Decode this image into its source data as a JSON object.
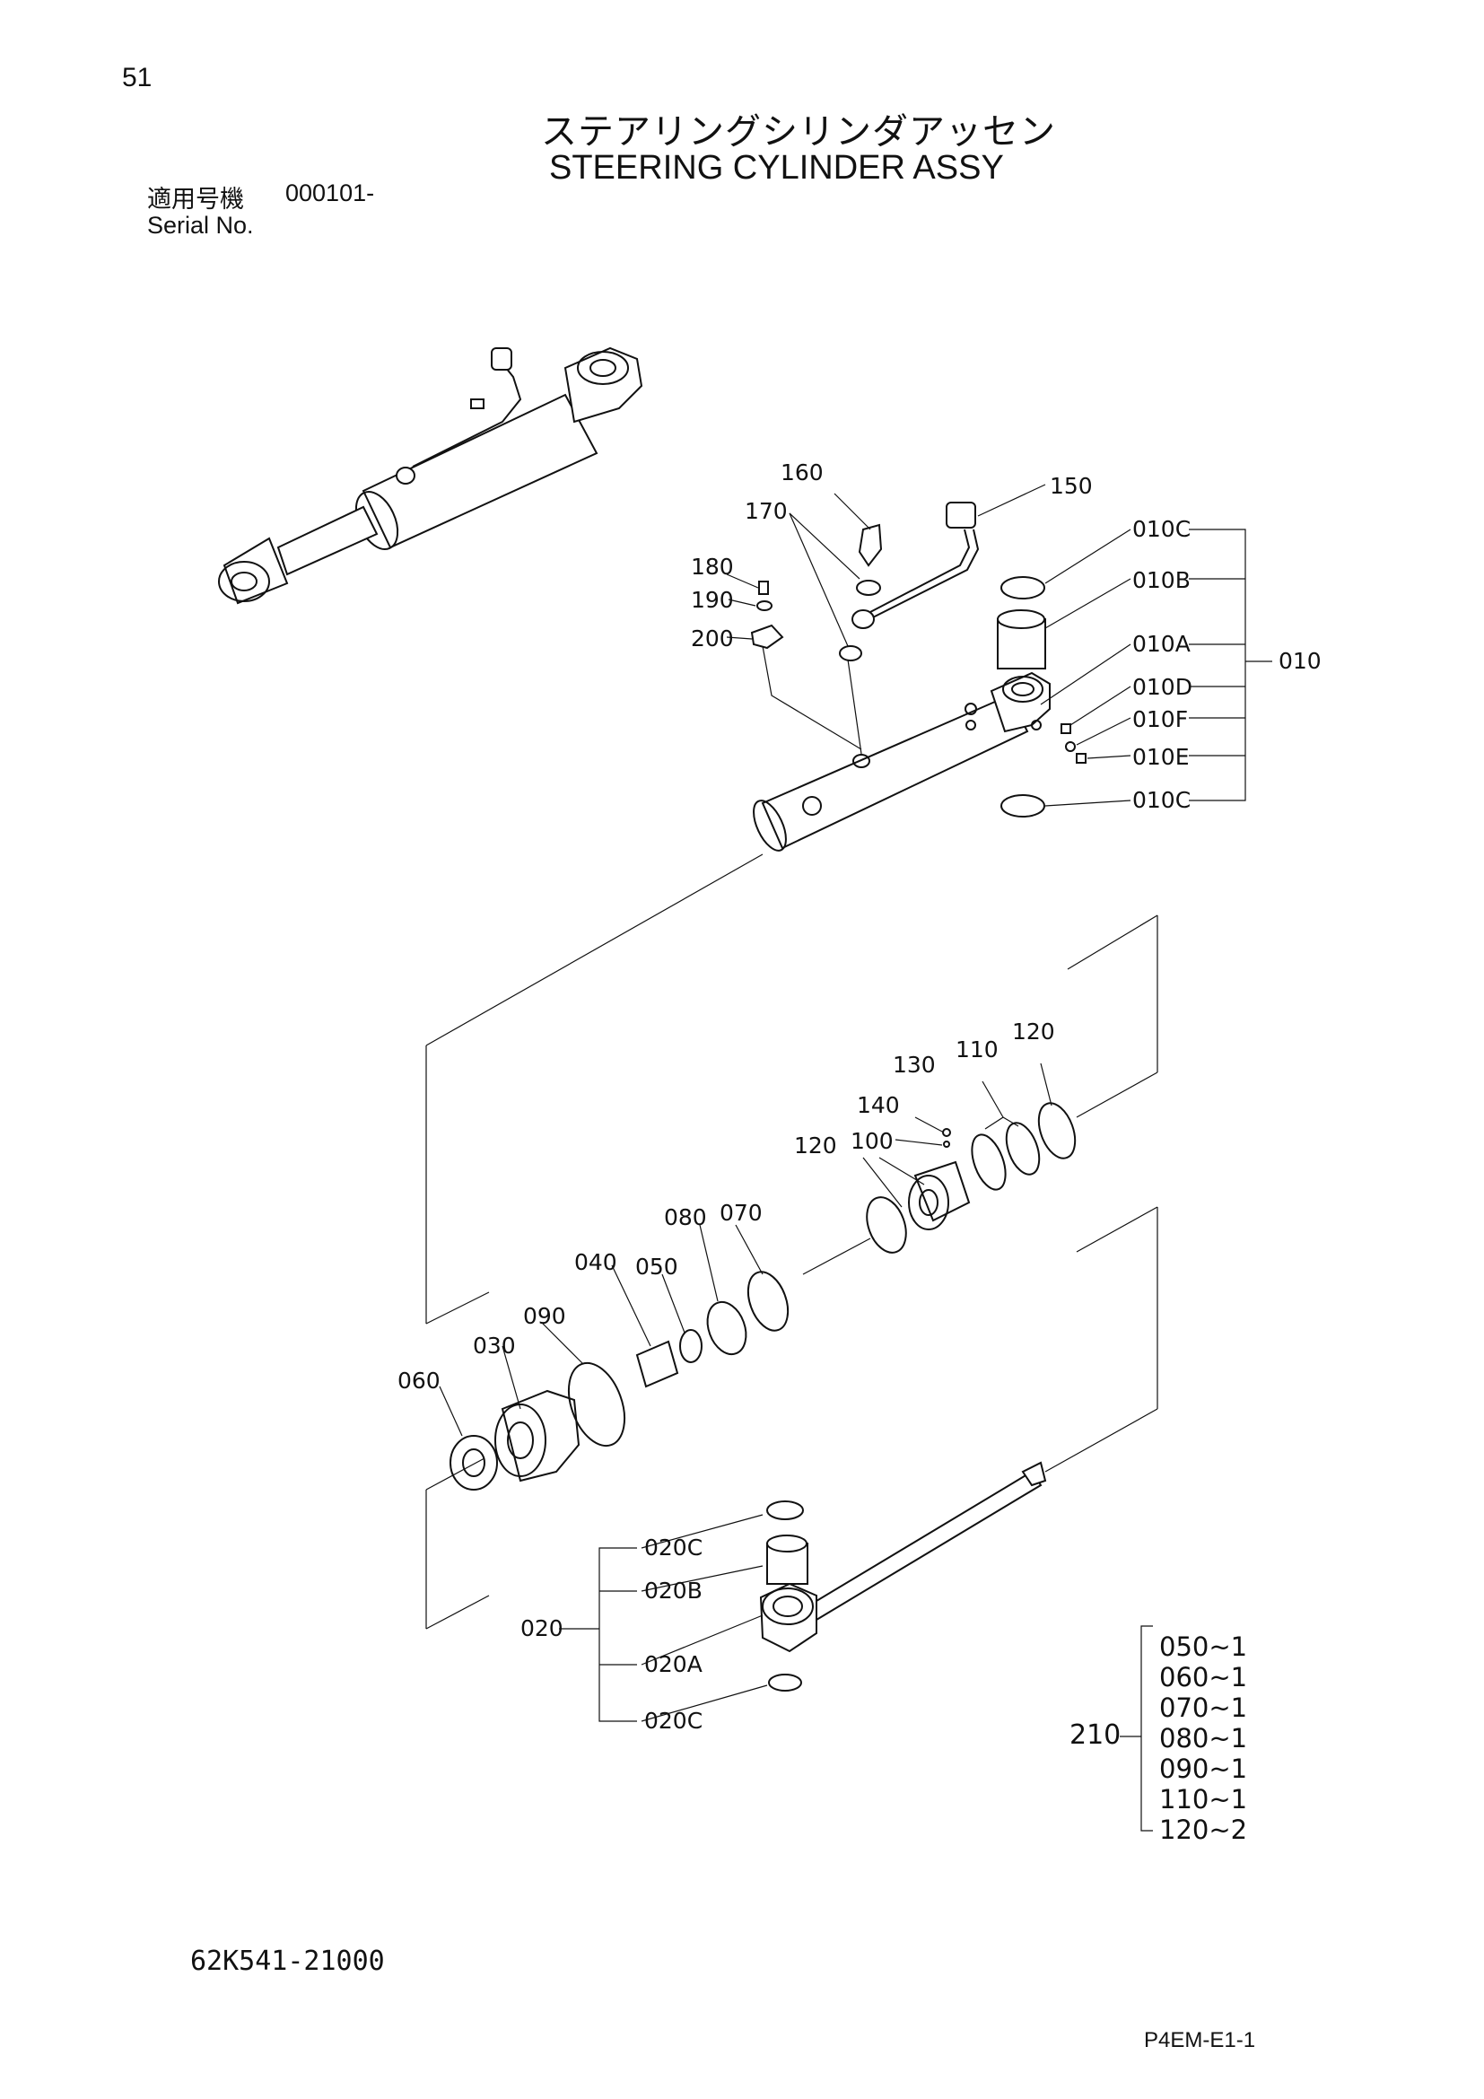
{
  "page_number": "51",
  "title_jp": "ステアリングシリンダアッセン",
  "title_en": "STEERING CYLINDER ASSY",
  "serial": {
    "label_jp": "適用号機",
    "value": "000101-",
    "label_en": "Serial No."
  },
  "callouts": {
    "p160": "160",
    "p150": "150",
    "p170": "170",
    "p180": "180",
    "p190": "190",
    "p200": "200",
    "p010C_top": "010C",
    "p010B": "010B",
    "p010A": "010A",
    "p010D": "010D",
    "p010F": "010F",
    "p010E": "010E",
    "p010C_bottom": "010C",
    "p010": "010",
    "p130": "130",
    "p110": "110",
    "p120_right": "120",
    "p140": "140",
    "p120_left": "120",
    "p100": "100",
    "p080": "080",
    "p070": "070",
    "p040": "040",
    "p050": "050",
    "p090": "090",
    "p030": "030",
    "p060": "060",
    "p020C_top": "020C",
    "p020B": "020B",
    "p020": "020",
    "p020A": "020A",
    "p020C_bottom": "020C"
  },
  "kit": {
    "number": "210",
    "items": [
      "050~1",
      "060~1",
      "070~1",
      "080~1",
      "090~1",
      "110~1",
      "120~2"
    ]
  },
  "drawing_number": "62K541-21000",
  "page_code": "P4EM-E1-1"
}
